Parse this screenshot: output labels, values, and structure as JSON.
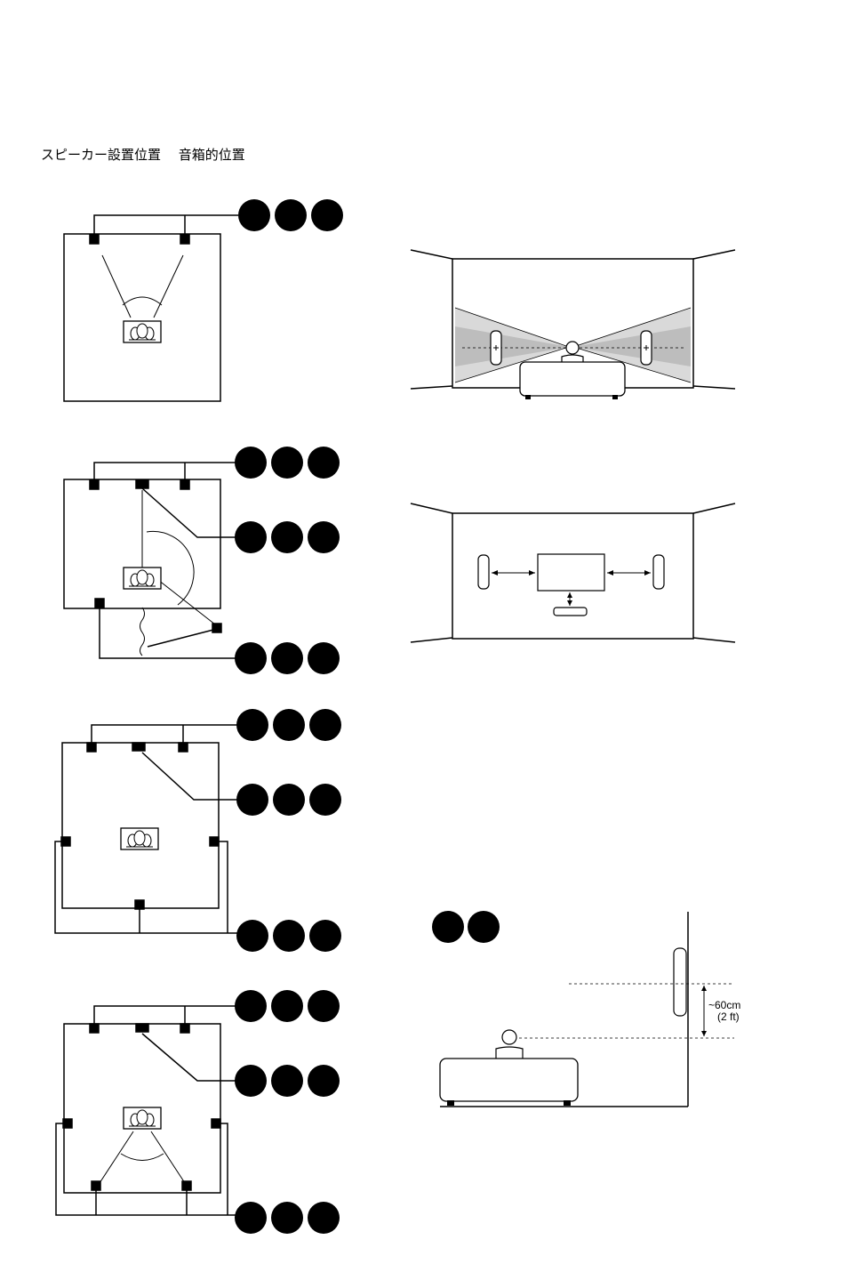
{
  "heading": "スピーカー設置位置　 音箱的位置",
  "distance": {
    "metric": "~60cm",
    "imperial": "(2 ft)"
  },
  "colors": {
    "ink": "#000000",
    "cone_dark": "#bdbdbd",
    "cone_light": "#d9d9d9"
  }
}
